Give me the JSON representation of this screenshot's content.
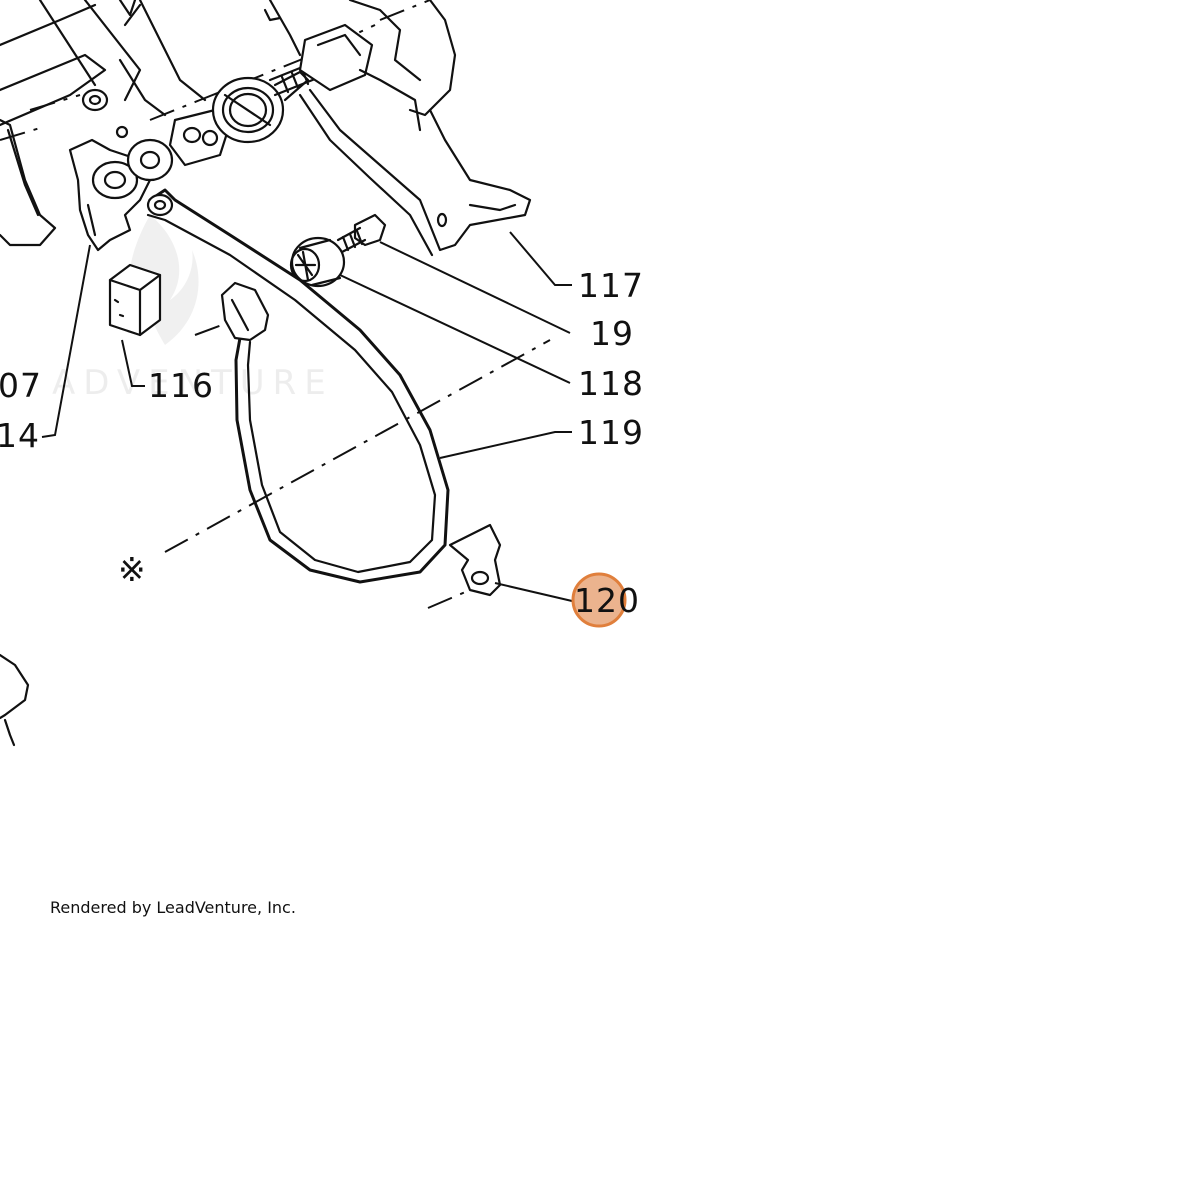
{
  "diagram": {
    "watermark": "ADVENTURE",
    "highlight_color": "#e8a67a",
    "highlight_stroke": "#e07f3c",
    "symbol": "※",
    "labels": {
      "p107": "07",
      "p114": "14",
      "p116": "116",
      "p117": "117",
      "p19": "19",
      "p118": "118",
      "p119": "119",
      "p120": "120"
    },
    "highlighted_part": "120"
  },
  "footer": {
    "credit": "Rendered by LeadVenture, Inc."
  }
}
